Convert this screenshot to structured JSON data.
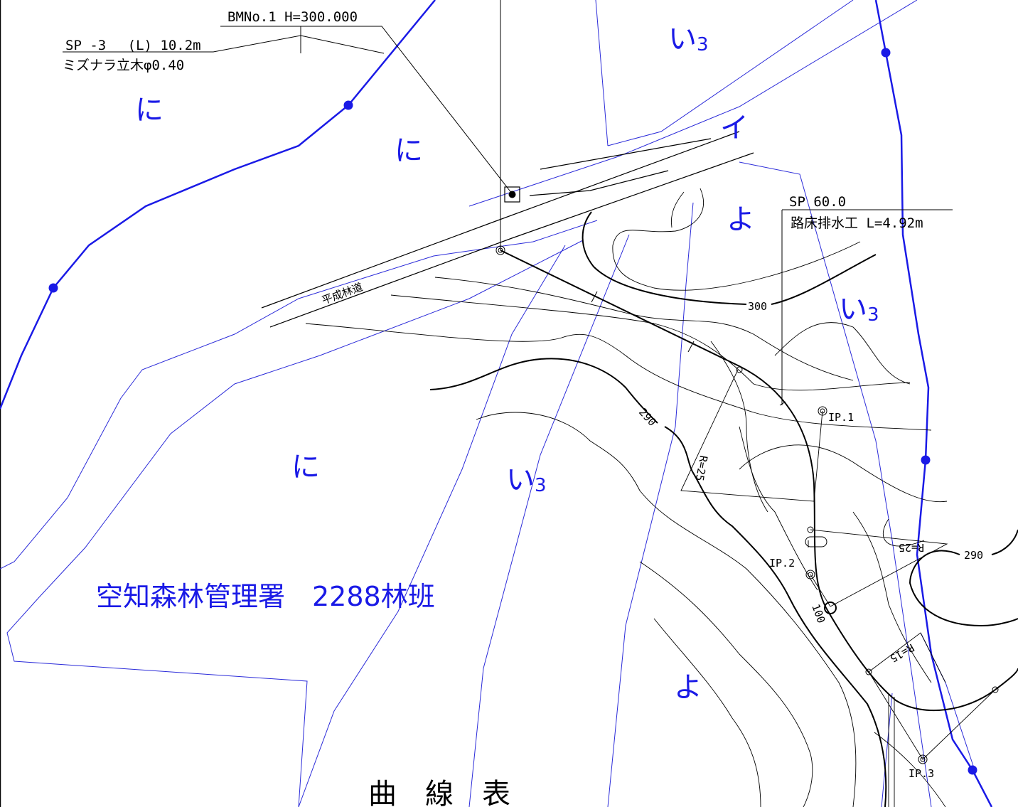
{
  "district": {
    "title": "空知森林管理署　2288林班"
  },
  "survey": {
    "benchmark": "BMNo.1 H=300.000",
    "start_point": "SP -3　 (L) 10.2m",
    "start_point_tree": "ミズナラ立木φ0.40",
    "drainage_point": "SP 60.0",
    "drainage_work": "路床排水工 L=4.92m",
    "road_name": "平成林道",
    "station_100": "100"
  },
  "stand_labels": {
    "ni": "に",
    "i": "い",
    "i_sub": "3",
    "yo": "よ",
    "road_i": "イ"
  },
  "contours": {
    "c300": "300",
    "c290": "290"
  },
  "ips": {
    "ip1": "IP.1",
    "ip2": "IP.2",
    "ip3": "IP.3"
  },
  "curves": {
    "r25": "R=25",
    "r15": "R=15"
  },
  "table": {
    "title": "曲　線　表"
  },
  "colors": {
    "boundary": "#1a1ae6",
    "thin_boundary": "#2b2bd9",
    "ink": "#000000"
  }
}
